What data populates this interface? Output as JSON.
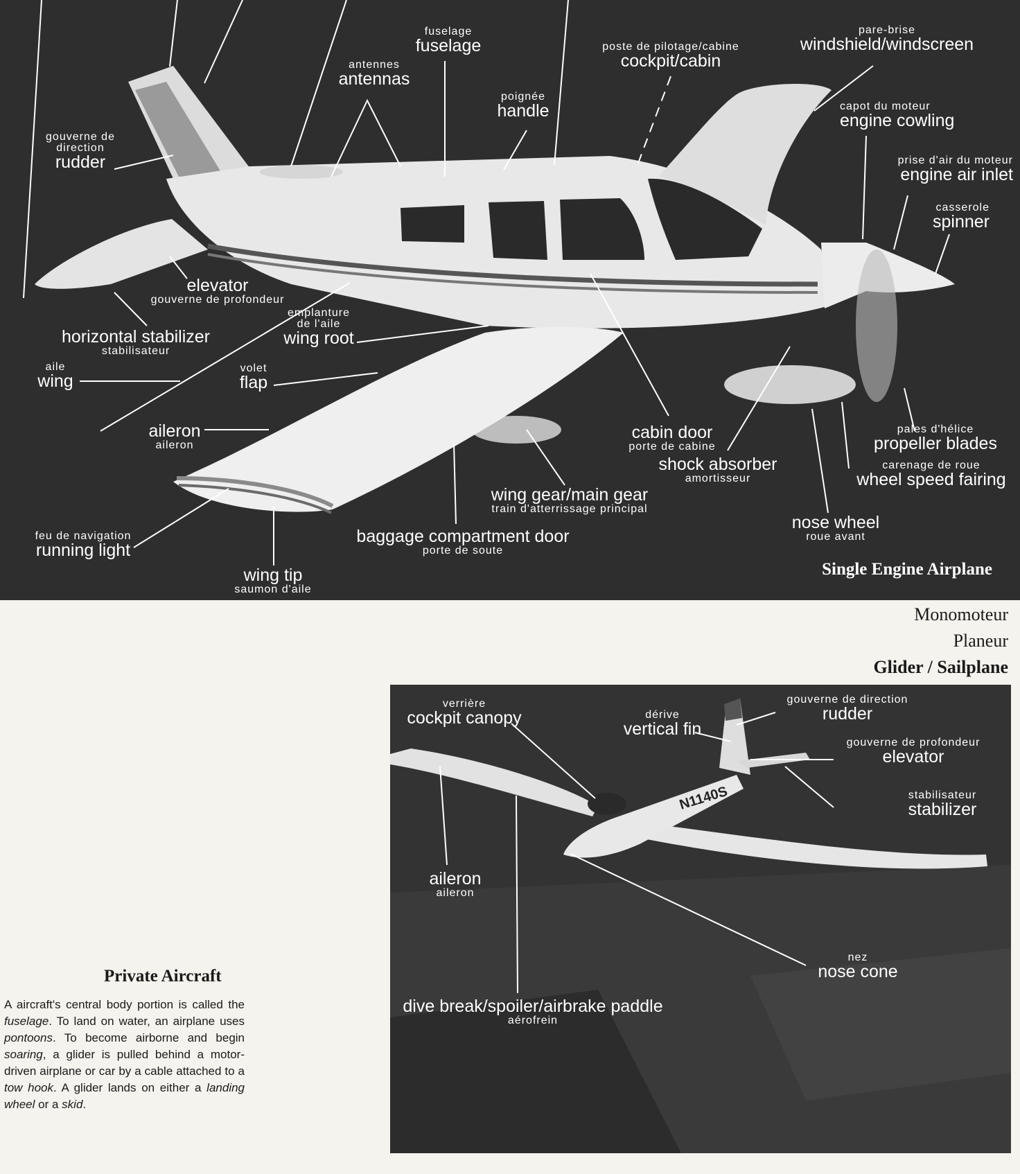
{
  "top_panel": {
    "caption": "Single Engine Airplane",
    "labels": {
      "fuselage": {
        "fr": "fuselage",
        "en": "fuselage"
      },
      "antennas": {
        "fr": "antennes",
        "en": "antennas"
      },
      "handle": {
        "fr": "poignée",
        "en": "handle"
      },
      "cockpit": {
        "fr": "poste de pilotage/cabine",
        "en": "cockpit/cabin"
      },
      "windshield": {
        "fr": "pare-brise",
        "en": "windshield/windscreen"
      },
      "cowling": {
        "fr": "capot du moteur",
        "en": "engine cowling"
      },
      "air_inlet": {
        "fr": "prise d'air du moteur",
        "en": "engine air inlet"
      },
      "spinner": {
        "fr": "casserole",
        "en": "spinner"
      },
      "rudder": {
        "fr1": "gouverne de",
        "fr2": "direction",
        "en": "rudder"
      },
      "elevator": {
        "en": "elevator",
        "fr": "gouverne de profondeur"
      },
      "h_stabilizer": {
        "en": "horizontal stabilizer",
        "fr": "stabilisateur"
      },
      "wing_root": {
        "fr1": "emplanture",
        "fr2": "de l'aile",
        "en": "wing root"
      },
      "wing": {
        "fr": "aile",
        "en": "wing"
      },
      "flap": {
        "fr": "volet",
        "en": "flap"
      },
      "aileron": {
        "en": "aileron",
        "fr": "aileron"
      },
      "cabin_door": {
        "en": "cabin door",
        "fr": "porte de cabine"
      },
      "shock_absorber": {
        "en": "shock absorber",
        "fr": "amortisseur"
      },
      "propeller": {
        "fr": "pales d'hélice",
        "en": "propeller blades"
      },
      "wheel_fairing": {
        "fr": "carenage de roue",
        "en": "wheel speed fairing"
      },
      "main_gear": {
        "en": "wing gear/main gear",
        "fr": "train d'atterrissage principal"
      },
      "nose_wheel": {
        "en": "nose wheel",
        "fr": "roue avant"
      },
      "running_light": {
        "fr": "feu de navigation",
        "en": "running light"
      },
      "baggage_door": {
        "en": "baggage compartment door",
        "fr": "porte de soute"
      },
      "wing_tip": {
        "en": "wing tip",
        "fr": "saumon d'aile"
      }
    }
  },
  "side_titles": {
    "monomoteur": "Monomoteur",
    "planeur": "Planeur",
    "glider": "Glider / Sailplane"
  },
  "glider_panel": {
    "registration": "N1140S",
    "labels": {
      "canopy": {
        "fr": "verrière",
        "en": "cockpit canopy"
      },
      "fin": {
        "fr": "dérive",
        "en": "vertical fin"
      },
      "rudder": {
        "fr": "gouverne de direction",
        "en": "rudder"
      },
      "elevator": {
        "fr": "gouverne de profondeur",
        "en": "elevator"
      },
      "stabilizer": {
        "fr": "stabilisateur",
        "en": "stabilizer"
      },
      "aileron": {
        "en": "aileron",
        "fr": "aileron"
      },
      "nose_cone": {
        "fr": "nez",
        "en": "nose cone"
      },
      "airbrake": {
        "en": "dive break/spoiler/airbrake paddle",
        "fr": "aérofrein"
      }
    }
  },
  "section": {
    "title": "Private Aircraft",
    "t1": "A aircraft's central body portion is called the ",
    "e1": "fuselage",
    "t2": ". To land on water, an airplane uses ",
    "e2": "pontoons",
    "t3": ". To become airborne and begin ",
    "e3": "soaring",
    "t4": ", a glider is pulled behind a motor-driven airplane or car by a cable attached to a ",
    "e4": "tow hook",
    "t5": ". A glider lands on either a ",
    "e5": "landing wheel",
    "t6": " or a ",
    "e6": "skid",
    "t7": "."
  },
  "colors": {
    "photo_bg": "#2e2e2e",
    "aircraft": "#e6e6e6",
    "label": "#ffffff",
    "page": "#f5f3ee"
  }
}
